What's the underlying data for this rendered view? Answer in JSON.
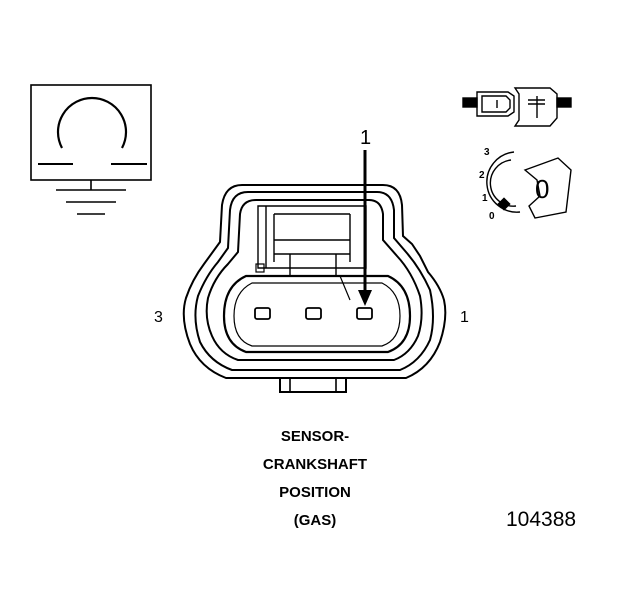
{
  "connector": {
    "pin_left_label": "3",
    "pin_right_label": "1",
    "callout_label": "1"
  },
  "key_view": {
    "position_labels": [
      "3",
      "2",
      "1",
      "0"
    ],
    "view_letter": "0"
  },
  "caption": {
    "line1": "SENSOR-",
    "line2": "CRANKSHAFT",
    "line3": "POSITION",
    "line4": "(GAS)"
  },
  "reference_number": "104388",
  "icons": {
    "symbol": "ohm-ground-symbol-icon",
    "mating_connector": "mating-connector-icon",
    "key_position": "key-position-indicator-icon"
  }
}
